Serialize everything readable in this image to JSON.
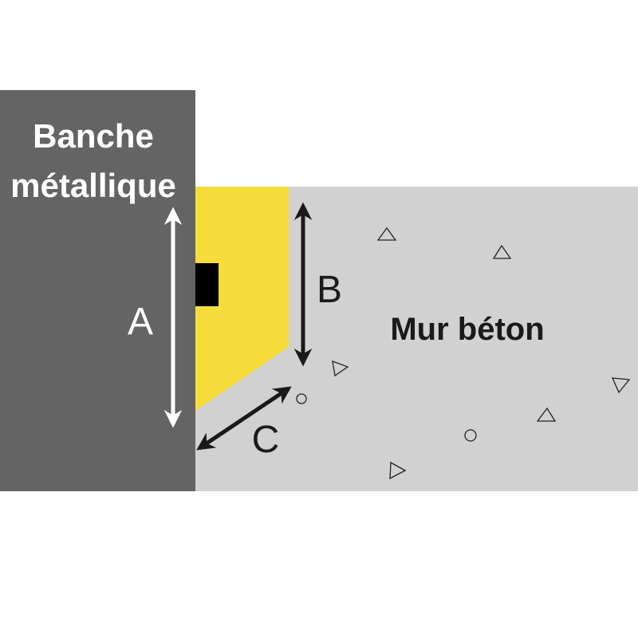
{
  "labels": {
    "banche_line1": "Banche",
    "banche_line2": "métallique",
    "wall": "Mur béton",
    "dim_a": "A",
    "dim_b": "B",
    "dim_c": "C"
  },
  "colors": {
    "banche": "#646464",
    "concrete": "#d1d1d1",
    "spacer": "#f6dd3c",
    "dark": "#1a1a1a",
    "white": "#ffffff"
  }
}
